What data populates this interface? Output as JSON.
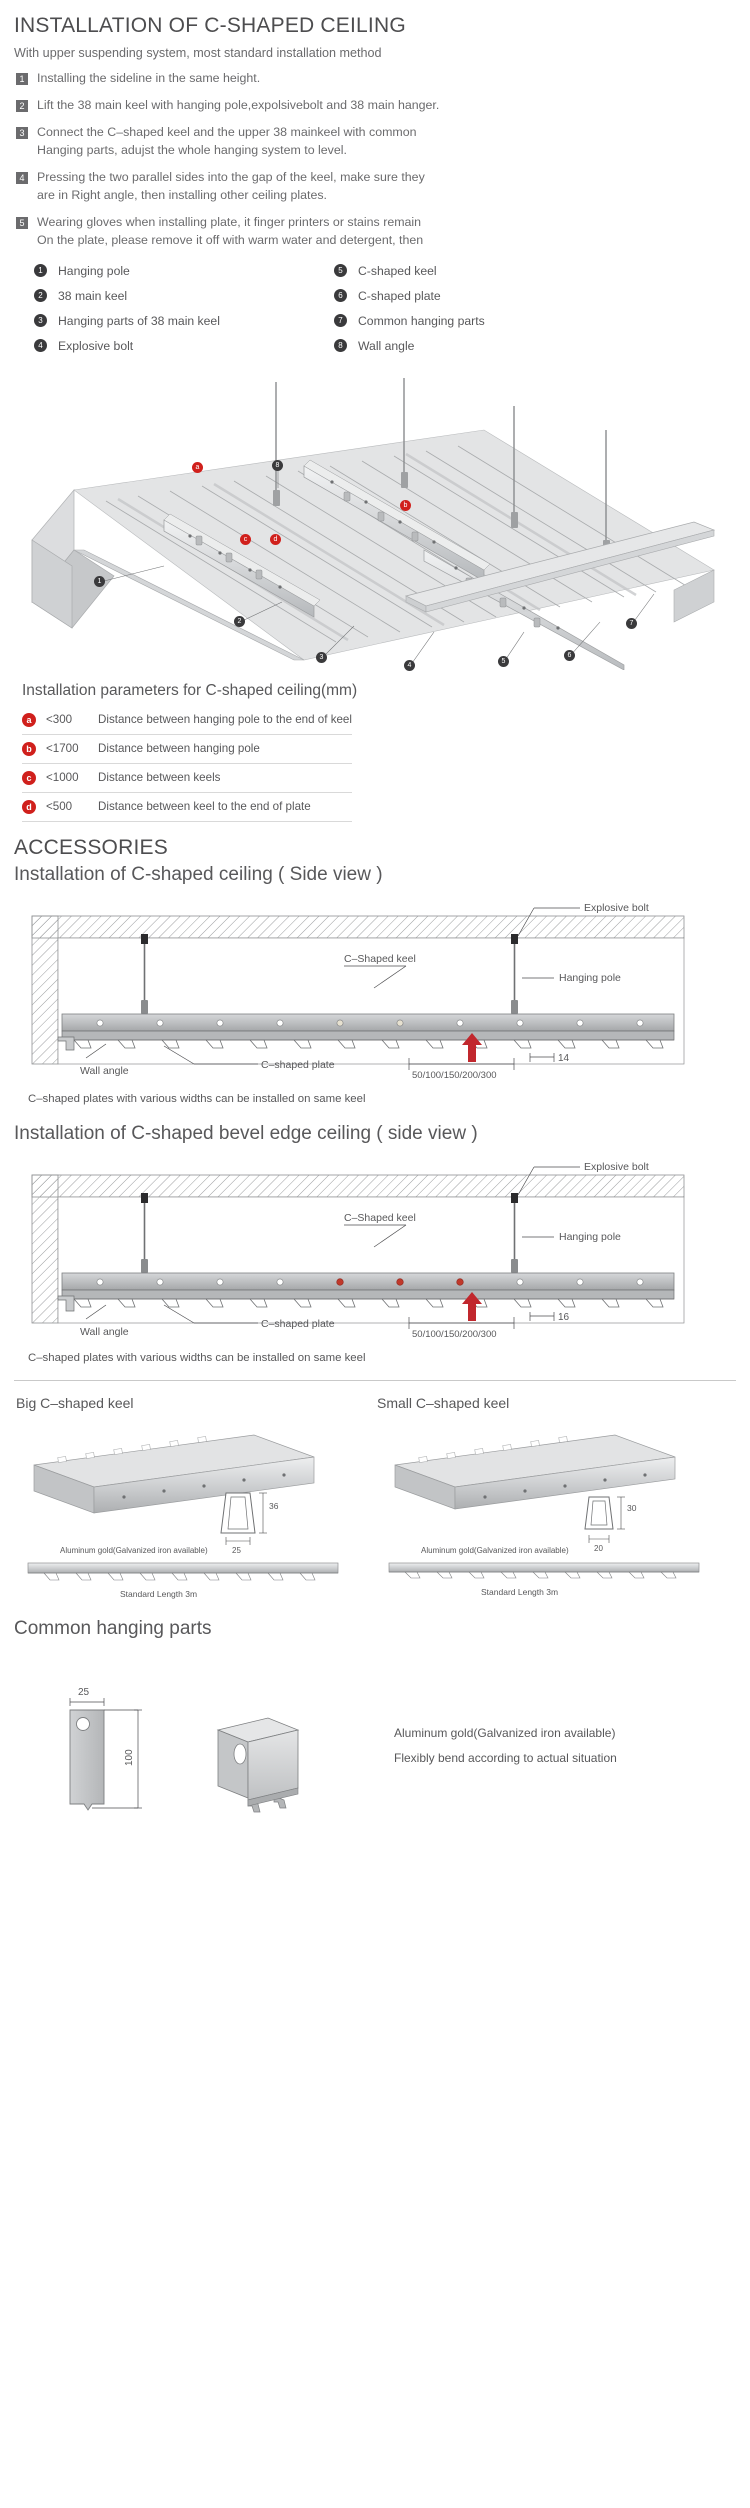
{
  "doc": {
    "title": "INSTALLATION OF C-SHAPED CEILING",
    "intro": "With upper suspending system, most standard installation method"
  },
  "steps": [
    {
      "num": "1",
      "line1": "Installing the sideline in the same height.",
      "line2": ""
    },
    {
      "num": "2",
      "line1": "Lift the 38 main keel with hanging pole,expolsivebolt and 38 main hanger.",
      "line2": ""
    },
    {
      "num": "3",
      "line1": "Connect the C–shaped keel and the upper 38 mainkeel with common",
      "line2": "Hanging parts, adujst the whole hanging system to level."
    },
    {
      "num": "4",
      "line1": "Pressing the two parallel sides into the gap of the keel, make sure they",
      "line2": "are in Right angle, then installing other ceiling plates."
    },
    {
      "num": "5",
      "line1": "Wearing  gloves when installing plate, it finger printers or stains remain",
      "line2": "On the plate, please remove it off with warm water and detergent, then"
    }
  ],
  "legend": {
    "left": [
      {
        "num": "1",
        "label": "Hanging pole"
      },
      {
        "num": "2",
        "label": "38 main keel"
      },
      {
        "num": "3",
        "label": "Hanging parts of 38 main keel"
      },
      {
        "num": "4",
        "label": "Explosive bolt"
      }
    ],
    "right": [
      {
        "num": "5",
        "label": "C-shaped keel"
      },
      {
        "num": "6",
        "label": "C-shaped plate"
      },
      {
        "num": "7",
        "label": "Common hanging parts"
      },
      {
        "num": "8",
        "label": "Wall angle"
      }
    ]
  },
  "iso_callouts": {
    "dark": [
      "1",
      "2",
      "3",
      "4",
      "5",
      "6",
      "7",
      "8"
    ],
    "red": [
      "a",
      "b",
      "c",
      "d"
    ]
  },
  "parameters": {
    "title": "Installation parameters for C-shaped ceiling(mm)",
    "rows": [
      {
        "mark": "a",
        "value": "<300",
        "desc": "Distance between hanging pole to the end of keel"
      },
      {
        "mark": "b",
        "value": "<1700",
        "desc": "Distance between hanging pole"
      },
      {
        "mark": "c",
        "value": "<1000",
        "desc": "Distance between keels"
      },
      {
        "mark": "d",
        "value": "<500",
        "desc": "Distance between keel to the end of plate"
      }
    ]
  },
  "accessories": {
    "title": "ACCESSORIES"
  },
  "sideview1": {
    "title": "Installation of C-shaped ceiling ( Side view )",
    "labels": {
      "explosive_bolt": "Explosive bolt",
      "hanging_pole": "Hanging pole",
      "c_shaped_keel": "C–Shaped keel",
      "c_shaped_plate": "C–shaped plate",
      "wall_angle": "Wall angle",
      "thickness": "14",
      "widths": "50/100/150/200/300"
    },
    "note": "C–shaped plates with various widths can be installed on same keel"
  },
  "sideview2": {
    "title": "Installation of C-shaped bevel edge ceiling ( side view )",
    "labels": {
      "explosive_bolt": "Explosive bolt",
      "hanging_pole": "Hanging pole",
      "c_shaped_keel": "C–Shaped keel",
      "c_shaped_plate": "C–shaped plate",
      "wall_angle": "Wall angle",
      "thickness": "16",
      "widths": "50/100/150/200/300"
    },
    "note": "C–shaped plates with various widths can be installed on same keel"
  },
  "products": {
    "big_keel": {
      "title": "Big C–shaped keel",
      "profile_dim": "36",
      "profile_sub": "25",
      "material": "Aluminum gold(Galvanized iron available)",
      "length": "Standard Length 3m"
    },
    "small_keel": {
      "title": "Small C–shaped  keel",
      "profile_dim": "30",
      "profile_sub": "20",
      "material": "Aluminum gold(Galvanized iron available)",
      "length": "Standard Length 3m"
    }
  },
  "hanging_parts": {
    "title": "Common hanging parts",
    "width_dim": "25",
    "height_dim": "100",
    "material_line1": "Aluminum gold(Galvanized iron available)",
    "material_line2": "Flexibly bend according to actual situation"
  },
  "colors": {
    "accent_red": "#d0201c",
    "text": "#58585a",
    "metal": "#c9cbcd"
  }
}
